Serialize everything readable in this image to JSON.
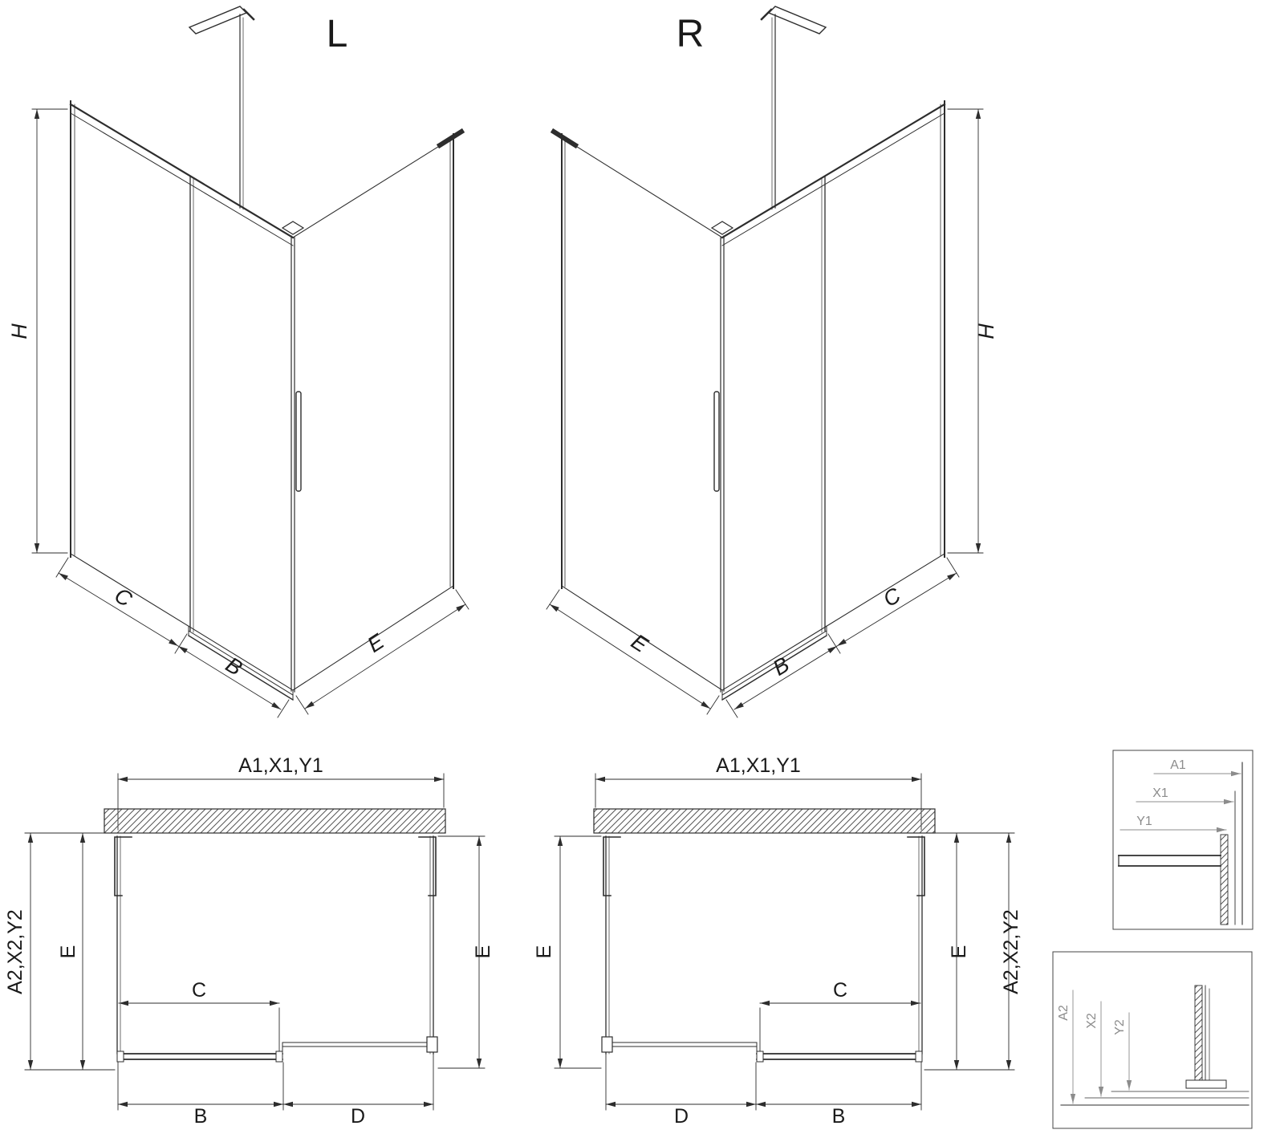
{
  "drawing": {
    "iso_left": {
      "label": "L",
      "dim_h": "H",
      "dim_c": "C",
      "dim_b": "B",
      "dim_e": "E"
    },
    "iso_right": {
      "label": "R",
      "dim_h": "H",
      "dim_c": "C",
      "dim_b": "B",
      "dim_e": "E"
    },
    "plan_left": {
      "dim_top": "A1,X1,Y1",
      "dim_side": "A2,X2,Y2",
      "dim_e_left": "E",
      "dim_e_right": "E",
      "dim_c": "C",
      "dim_b": "B",
      "dim_d": "D"
    },
    "plan_right": {
      "dim_top": "A1,X1,Y1",
      "dim_side": "A2,X2,Y2",
      "dim_e_left": "E",
      "dim_e_right": "E",
      "dim_c": "C",
      "dim_b": "B",
      "dim_d": "D"
    },
    "detail_top": {
      "dim_a1": "A1",
      "dim_x1": "X1",
      "dim_y1": "Y1"
    },
    "detail_bottom": {
      "dim_a2": "A2",
      "dim_x2": "X2",
      "dim_y2": "Y2"
    }
  },
  "colors": {
    "line": "#2d2d2d",
    "detail_dim": "#8c8c8c",
    "background": "#ffffff"
  }
}
